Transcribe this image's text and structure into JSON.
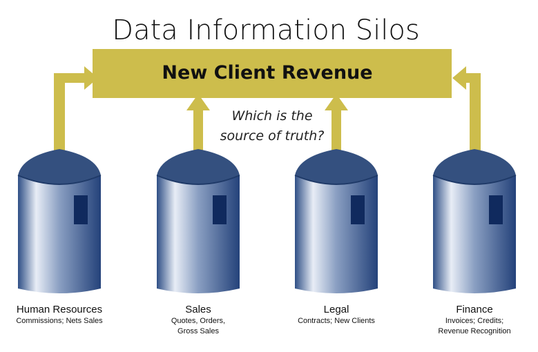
{
  "title": "Data Information Silos",
  "banner": {
    "label": "New Client Revenue",
    "color": "#cdbd4c"
  },
  "question": {
    "line1": "Which is the",
    "line2": "source of truth?"
  },
  "colors": {
    "arrow": "#cdbd4c",
    "silo_roof": "#34507f",
    "silo_body_dark": "#2e4f85",
    "silo_body_light": "#e6ecf5",
    "silo_window": "#102a5e"
  },
  "silos": [
    {
      "name": "Human Resources",
      "desc_lines": [
        "Commissions; Nets Sales"
      ]
    },
    {
      "name": "Sales",
      "desc_lines": [
        "Quotes, Orders,",
        "Gross Sales"
      ]
    },
    {
      "name": "Legal",
      "desc_lines": [
        "Contracts; New Clients"
      ]
    },
    {
      "name": "Finance",
      "desc_lines": [
        "Invoices; Credits;",
        "Revenue Recognition"
      ]
    }
  ]
}
